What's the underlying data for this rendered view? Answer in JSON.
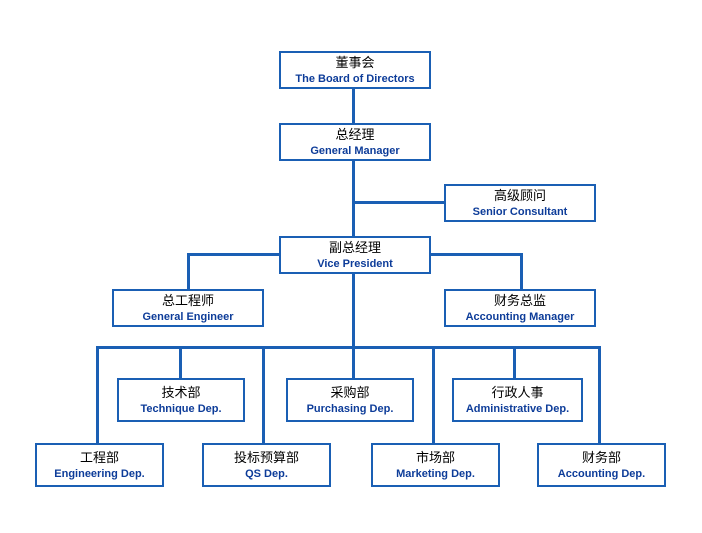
{
  "org_chart": {
    "colors": {
      "line": "#1a5fb4",
      "label_en": "#0d3c99",
      "label_zh": "#000000"
    },
    "board": {
      "zh": "董事会",
      "en": "The Board of Directors"
    },
    "general_manager": {
      "zh": "总经理",
      "en": "General Manager"
    },
    "senior_consultant": {
      "zh": "高级顾问",
      "en": "Senior Consultant"
    },
    "vice_president": {
      "zh": "副总经理",
      "en": "Vice President"
    },
    "general_engineer": {
      "zh": "总工程师",
      "en": "General Engineer"
    },
    "accounting_manager": {
      "zh": "财务总监",
      "en": "Accounting Manager"
    },
    "technique": {
      "zh": "技术部",
      "en": "Technique Dep."
    },
    "purchasing": {
      "zh": "采购部",
      "en": "Purchasing Dep."
    },
    "administrative": {
      "zh": "行政人事",
      "en": "Administrative Dep."
    },
    "engineering": {
      "zh": "工程部",
      "en": "Engineering Dep."
    },
    "qs": {
      "zh": "投标预算部",
      "en": "QS Dep."
    },
    "marketing": {
      "zh": "市场部",
      "en": "Marketing Dep."
    },
    "accounting": {
      "zh": "财务部",
      "en": "Accounting Dep."
    }
  }
}
